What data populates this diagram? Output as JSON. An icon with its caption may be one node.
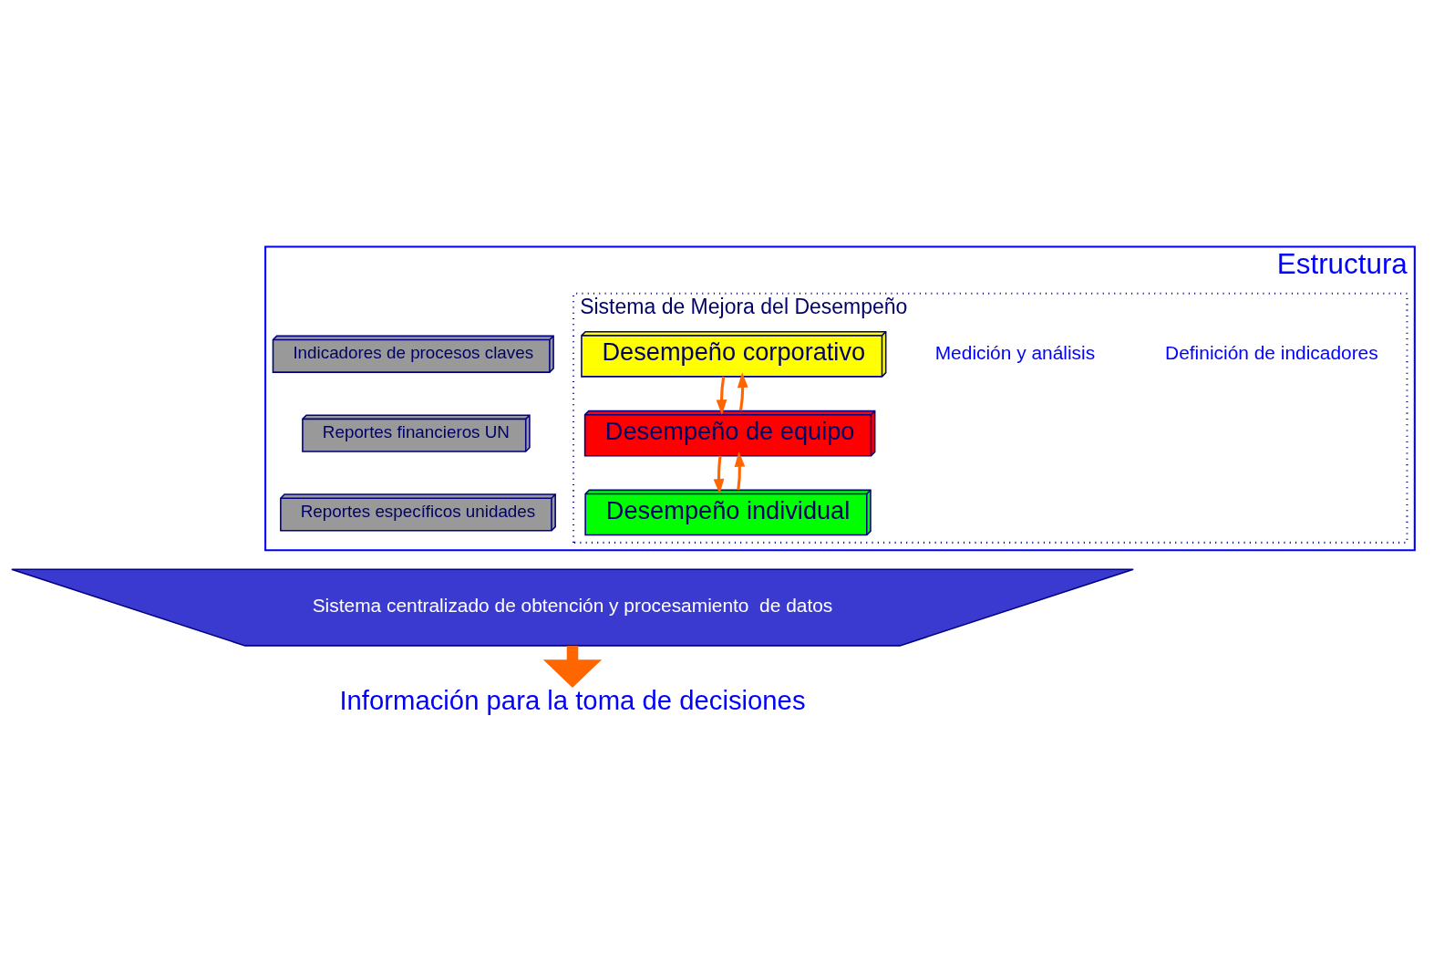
{
  "diagram": {
    "nodes": [
      {
        "text": [
          "Estructura"
        ]
      },
      {
        "text": [
          "Sistema de Mejora del Desempeño"
        ],
        "in": 0
      },
      {
        "text": [
          "Desempeño corporativo"
        ],
        "in": 1
      },
      {
        "text": [
          "Desempeño de equipo"
        ],
        "in": 1
      },
      {
        "text": [
          "Desempeño individual"
        ],
        "in": 1
      },
      {
        "text": [
          "Indicadores de procesos claves"
        ],
        "in": 0
      },
      {
        "text": [
          "Reportes financieros UN"
        ],
        "in": 0
      },
      {
        "text": [
          "Reportes específicos unidades"
        ],
        "in": 0
      },
      {
        "text": [
          "Sistema centralizado de obtención y procesamiento  de datos"
        ]
      },
      {
        "text": [
          "Información para la toma de decisiones"
        ]
      }
    ],
    "edges": [
      {
        "from": 2,
        "to": 3,
        "arrow": "to"
      },
      {
        "from": 3,
        "to": 4,
        "arrow": "to"
      },
      {
        "from": 4,
        "to": 3,
        "arrow": "to"
      },
      {
        "from": 3,
        "to": 2,
        "arrow": "to"
      },
      {
        "from": 8,
        "to": 9,
        "arrow": "to",
        "style": "thick"
      }
    ],
    "labels": [
      "Definición de indicadores",
      "Medición y análisis"
    ]
  }
}
